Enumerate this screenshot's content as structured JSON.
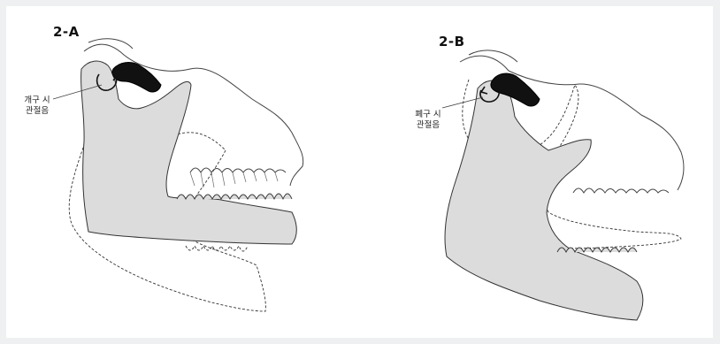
{
  "panels": [
    {
      "label": "2-A",
      "annotation_line1": "개구 시",
      "annotation_line2": "관절음"
    },
    {
      "label": "2-B",
      "annotation_line1": "폐구 시",
      "annotation_line2": "관절음"
    }
  ],
  "colors": {
    "background": "#eef0f1",
    "panel": "#ffffff",
    "jaw_fill": "#dcdcdc",
    "outline": "#333333",
    "disc": "#111111"
  },
  "icons": [
    "rotation-arrow-icon",
    "articular-disc-icon"
  ]
}
